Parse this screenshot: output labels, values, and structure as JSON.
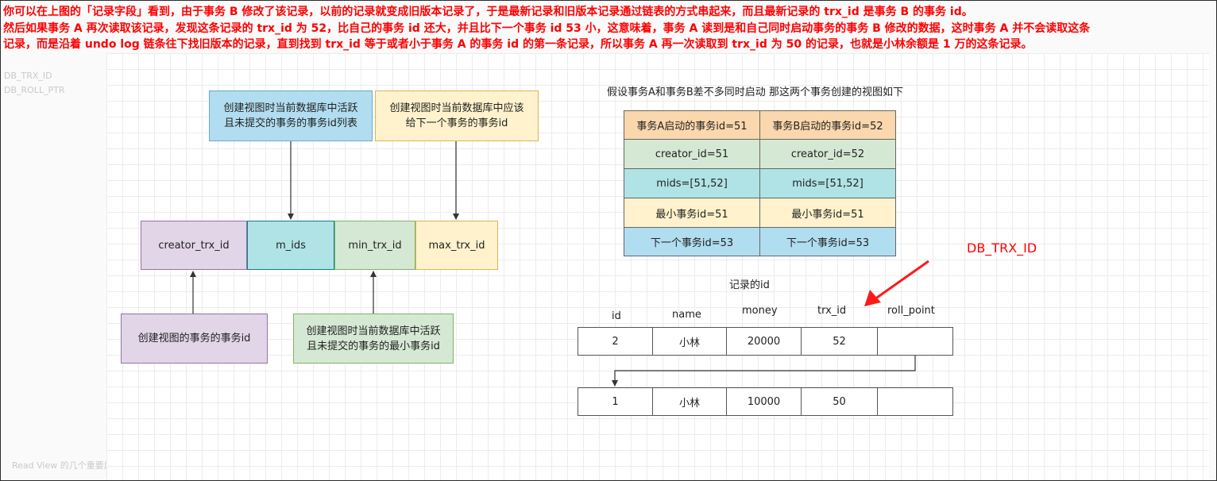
{
  "paragraph": {
    "line1": "你可以在上图的「记录字段」看到，由于事务 B 修改了该记录，以前的记录就变成旧版本记录了，于是最新记录和旧版本记录通过链表的方式串起来，而且最新记录的 trx_id 是事务 B 的事务 id。",
    "line2": "然后如果事务 A 再次读取该记录，发现这条记录的 trx_id 为 52，比自己的事务 id 还大，并且比下一个事务 id 53 小，这意味着，事务 A 读到是和自己同时启动事务的事务 B 修改的数据，这时事务 A 并不会读取这条",
    "line3": "记录，而是沿着 undo log 链条往下找旧版本的记录，直到找到 trx_id 等于或者小于事务 A 的事务 id 的第一条记录，所以事务 A 再一次读取到 trx_id 为 50 的记录，也就是小林余额是 1 万的这条记录。"
  },
  "background_faint": {
    "t1": "DB_TRX_ID",
    "t2": "DB_ROLL_PTR",
    "t3": "Read View 的几个重要属性"
  },
  "readview_diagram": {
    "top_left_note": "创建视图时当前数据库中活跃且未提交的事务的事务id列表",
    "top_right_note": "创建视图时当前数据库中应该给下一个事务的事务id",
    "fields": [
      "creator_trx_id",
      "m_ids",
      "min_trx_id",
      "max_trx_id"
    ],
    "bottom_left_note": "创建视图的事务的事务id",
    "bottom_right_note": "创建视图时当前数据库中活跃且未提交的事务的最小事务id"
  },
  "views_table": {
    "title": "假设事务A和事务B差不多同时启动 那这两个事务创建的视图如下",
    "rows": [
      [
        "事务A启动的事务id=51",
        "事务B启动的事务id=52"
      ],
      [
        "creator_id=51",
        "creator_id=52"
      ],
      [
        "mids=[51,52]",
        "mids=[51,52]"
      ],
      [
        "最小事务id=51",
        "最小事务id=51"
      ],
      [
        "下一个事务id=53",
        "下一个事务id=53"
      ]
    ],
    "row_colors": [
      "#fad7ac",
      "#d5e8d4",
      "#b0e3e6",
      "#fff2cc",
      "#b1ddf0"
    ]
  },
  "record": {
    "title": "记录的id",
    "headers": [
      "id",
      "name",
      "money",
      "trx_id",
      "roll_point"
    ],
    "rows": [
      [
        "2",
        "小林",
        "20000",
        "52",
        ""
      ],
      [
        "1",
        "小林",
        "10000",
        "50",
        ""
      ]
    ]
  },
  "annotation": {
    "label": "DB_TRX_ID",
    "color": "#ff0000"
  }
}
